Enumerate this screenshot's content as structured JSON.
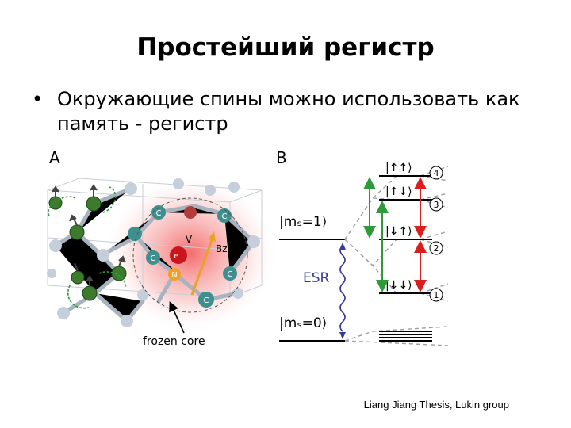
{
  "slide": {
    "title": "Простейший регистр",
    "bullet_symbol": "•",
    "bullet_text": "Окружающие спины можно использовать как память - регистр",
    "credit": "Liang Jiang Thesis, Lukin group"
  },
  "panel_a": {
    "label": "A",
    "atom_labels": {
      "c1": "C",
      "c2": "C",
      "c3": "C",
      "c4": "C",
      "c5": "C",
      "vacancy": "V",
      "electron": "e⁻",
      "nitrogen": "N",
      "field": "Bz"
    },
    "annotation": "frozen core"
  },
  "panel_b": {
    "label": "B",
    "state_ms1": "|mₛ=1⟩",
    "state_ms0": "|mₛ=0⟩",
    "transition_label": "ESR",
    "levels": [
      {
        "ket": "|↑↑⟩",
        "number": "4"
      },
      {
        "ket": "|↑↓⟩",
        "number": "3"
      },
      {
        "ket": "|↓↑⟩",
        "number": "2"
      },
      {
        "ket": "|↓↓⟩",
        "number": "1"
      }
    ]
  },
  "colors": {
    "spin_green": "#3d7a2e",
    "spin_teal": "#3f8f8f",
    "electron_red": "#c8161c",
    "nitrogen_orange": "#f2a11e",
    "arrow_red": "#d81e1e",
    "arrow_green": "#2e9a3a",
    "esr_blue": "#3a3a9a"
  }
}
